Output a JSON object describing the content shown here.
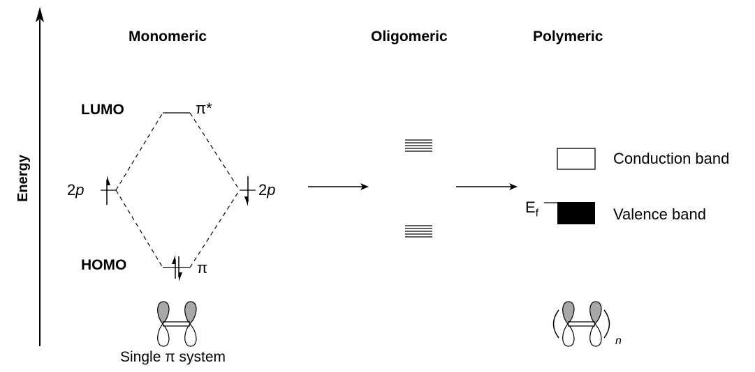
{
  "headers": {
    "monomeric": "Monomeric",
    "oligomeric": "Oligomeric",
    "polymeric": "Polymeric"
  },
  "axis": {
    "label": "Energy"
  },
  "mo": {
    "lumo": "LUMO",
    "homo": "HOMO",
    "pi_star": "π*",
    "pi": "π",
    "left_orbital": {
      "num": "2",
      "letter": "p"
    },
    "right_orbital": {
      "num": "2",
      "letter": "p"
    }
  },
  "bands": {
    "fermi_main": "E",
    "fermi_sub": "f",
    "conduction": "Conduction band",
    "valence": "Valence band"
  },
  "captions": {
    "single_pi": "Single π system",
    "polymer_subscript": "n"
  }
}
